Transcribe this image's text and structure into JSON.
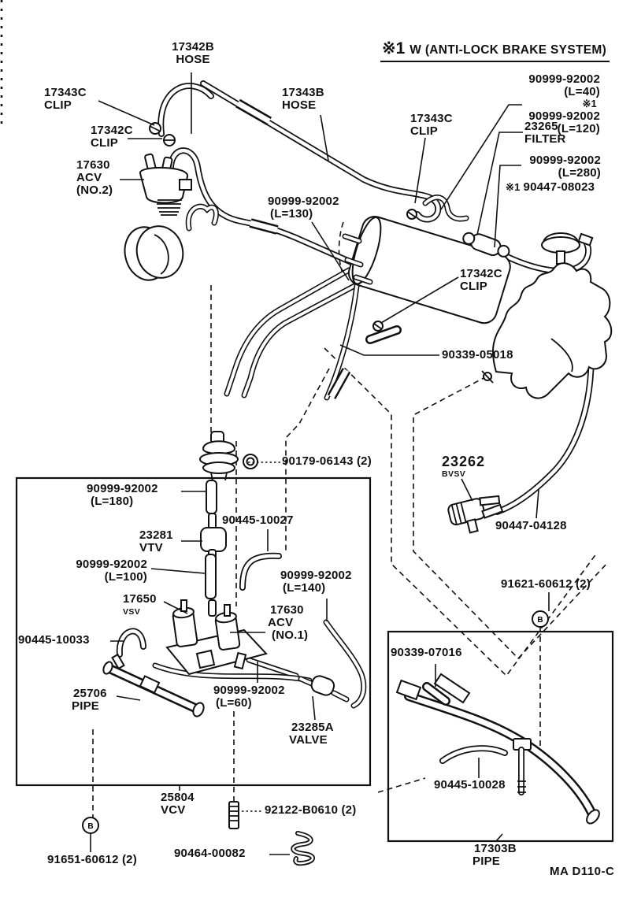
{
  "note": {
    "marker": "※1",
    "text": "W (ANTI-LOCK BRAKE SYSTEM)"
  },
  "drawing_code": "MA D110-C",
  "symbols": {
    "bolt": "B"
  },
  "colors": {
    "ink": "#111111",
    "background": "#ffffff"
  },
  "callouts": [
    {
      "id": "17342b-hose",
      "lines": [
        "17342B",
        "HOSE"
      ]
    },
    {
      "id": "17343c-clip-top",
      "lines": [
        "17343C",
        "CLIP"
      ]
    },
    {
      "id": "17342c-clip-top",
      "lines": [
        "17342C",
        "CLIP"
      ]
    },
    {
      "id": "17630-acv-no2",
      "lines": [
        "17630",
        "ACV",
        "(NO.2)"
      ]
    },
    {
      "id": "17343b-hose",
      "lines": [
        "17343B",
        "HOSE"
      ]
    },
    {
      "id": "90999-92002-l40",
      "lines": [
        "90999-92002",
        "(L=40)"
      ]
    },
    {
      "id": "90999-92002-l120",
      "marker": "※1",
      "lines": [
        "90999-92002",
        "(L=120)"
      ]
    },
    {
      "id": "23265-filter",
      "lines": [
        "23265",
        "FILTER"
      ]
    },
    {
      "id": "90999-92002-l280",
      "lines": [
        "90999-92002",
        "(L=280)"
      ]
    },
    {
      "id": "90447-08023",
      "marker": "※1",
      "lines": [
        "90447-08023"
      ]
    },
    {
      "id": "17343c-clip-right",
      "lines": [
        "17343C",
        "CLIP"
      ]
    },
    {
      "id": "90999-92002-l130",
      "lines": [
        "90999-92002",
        "(L=130)"
      ]
    },
    {
      "id": "17342c-clip-mid",
      "lines": [
        "17342C",
        "CLIP"
      ]
    },
    {
      "id": "90339-05018",
      "lines": [
        "90339-05018"
      ]
    },
    {
      "id": "90179-06143",
      "lines": [
        "90179-06143 (2)"
      ]
    },
    {
      "id": "23262-bvsv",
      "lines": [
        "23262",
        "BVSV"
      ]
    },
    {
      "id": "90447-04128",
      "lines": [
        "90447-04128"
      ]
    },
    {
      "id": "90999-92002-l180",
      "lines": [
        "90999-92002",
        "(L=180)"
      ]
    },
    {
      "id": "23281-vtv",
      "lines": [
        "23281",
        "VTV"
      ]
    },
    {
      "id": "90445-10027",
      "lines": [
        "90445-10027"
      ]
    },
    {
      "id": "90999-92002-l100",
      "lines": [
        "90999-92002",
        "(L=100)"
      ]
    },
    {
      "id": "91621-60612",
      "lines": [
        "91621-60612 (2)"
      ]
    },
    {
      "id": "17650-vsv",
      "lines": [
        "17650",
        "VSV"
      ]
    },
    {
      "id": "90999-92002-l140",
      "lines": [
        "90999-92002",
        "(L=140)"
      ]
    },
    {
      "id": "17630-acv-no1",
      "lines": [
        "17630",
        "ACV",
        "(NO.1)"
      ]
    },
    {
      "id": "90445-10033",
      "lines": [
        "90445-10033"
      ]
    },
    {
      "id": "25706-pipe",
      "lines": [
        "25706",
        "PIPE"
      ]
    },
    {
      "id": "90999-92002-l60",
      "lines": [
        "90999-92002",
        "(L=60)"
      ]
    },
    {
      "id": "23285a-valve",
      "lines": [
        "23285A",
        "VALVE"
      ]
    },
    {
      "id": "90339-07016",
      "lines": [
        "90339-07016"
      ]
    },
    {
      "id": "25804-vcv",
      "lines": [
        "25804",
        "VCV"
      ]
    },
    {
      "id": "92122-b0610",
      "lines": [
        "92122-B0610 (2)"
      ]
    },
    {
      "id": "91651-60612",
      "lines": [
        "91651-60612 (2)"
      ]
    },
    {
      "id": "90464-00082",
      "lines": [
        "90464-00082"
      ]
    },
    {
      "id": "90445-10028",
      "lines": [
        "90445-10028"
      ]
    },
    {
      "id": "17303b-pipe",
      "lines": [
        "17303B",
        "PIPE"
      ]
    }
  ]
}
